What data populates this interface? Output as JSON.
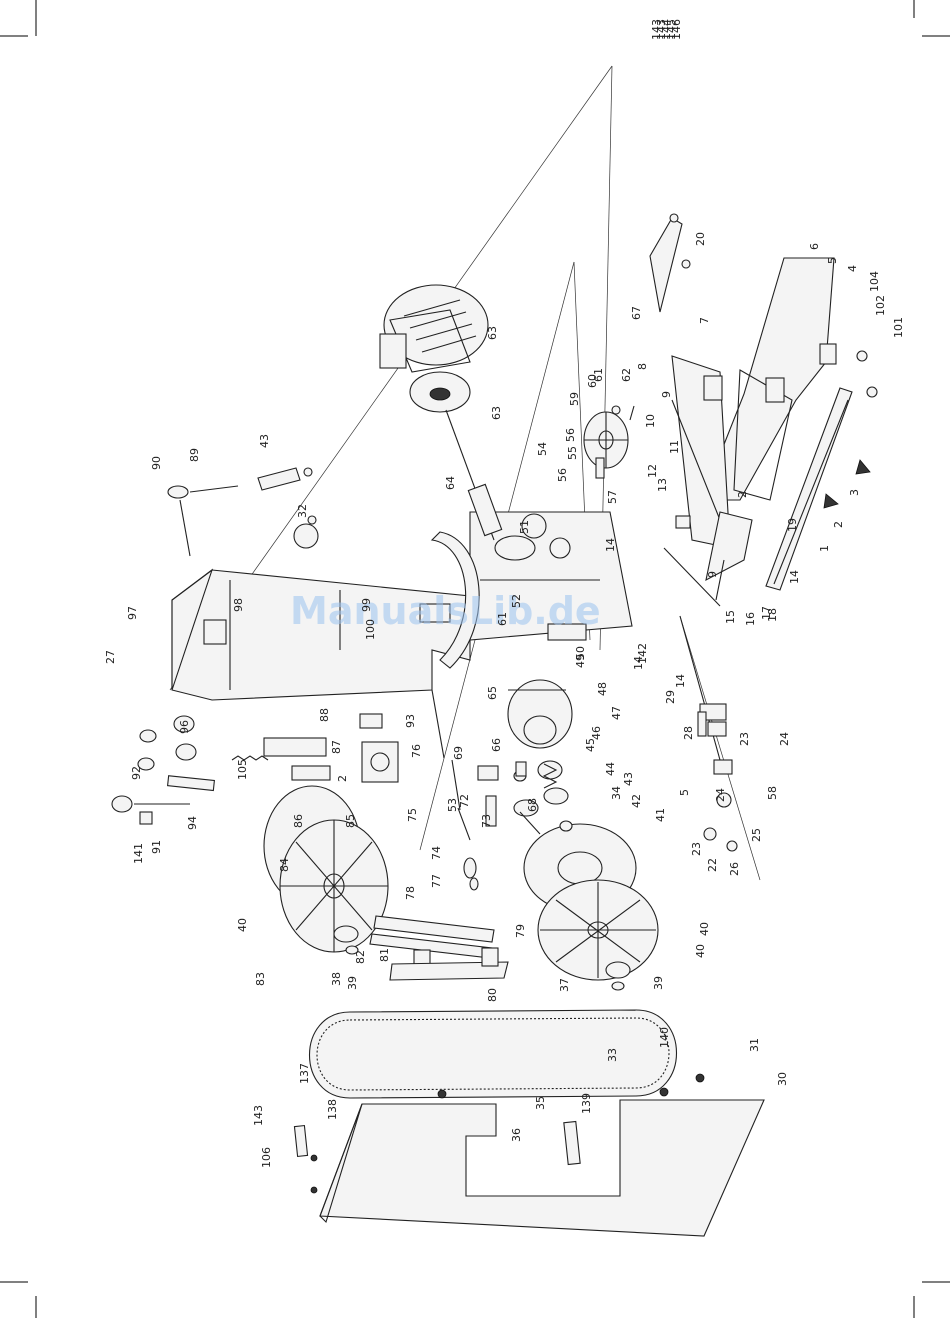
{
  "watermark": "ManualsLib.de",
  "labels": [
    "1",
    "2",
    "2",
    "2",
    "3",
    "4",
    "5",
    "5",
    "6",
    "7",
    "8",
    "9",
    "9",
    "10",
    "11",
    "12",
    "13",
    "14",
    "14",
    "14",
    "14",
    "15",
    "16",
    "17",
    "18",
    "19",
    "20",
    "22",
    "23",
    "23",
    "24",
    "24",
    "25",
    "26",
    "27",
    "28",
    "29",
    "30",
    "31",
    "32",
    "33",
    "34",
    "35",
    "36",
    "37",
    "38",
    "39",
    "39",
    "40",
    "40",
    "40",
    "41",
    "42",
    "43",
    "43",
    "44",
    "45",
    "46",
    "47",
    "48",
    "49",
    "50",
    "51",
    "52",
    "53",
    "54",
    "55",
    "56",
    "56",
    "57",
    "58",
    "59",
    "60",
    "61",
    "61",
    "62",
    "63",
    "63",
    "64",
    "65",
    "66",
    "67",
    "68",
    "69",
    "72",
    "73",
    "74",
    "75",
    "76",
    "77",
    "78",
    "79",
    "80",
    "81",
    "82",
    "83",
    "84",
    "85",
    "86",
    "87",
    "88",
    "89",
    "90",
    "91",
    "92",
    "93",
    "94",
    "96",
    "97",
    "98",
    "99",
    "100",
    "101",
    "102",
    "104",
    "105",
    "106",
    "137",
    "138",
    "139",
    "140",
    "141",
    "142",
    "143",
    "143",
    "143",
    "144",
    "145",
    "146"
  ]
}
